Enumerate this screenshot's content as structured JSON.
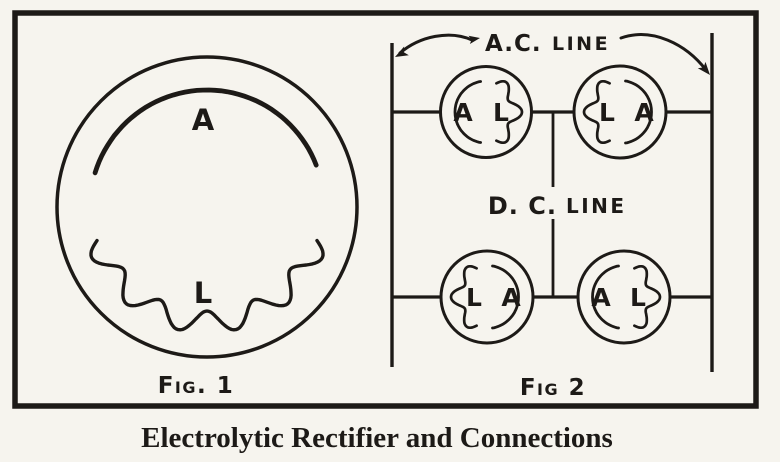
{
  "figure": {
    "caption": "Electrolytic Rectifier and Connections",
    "fig1": {
      "label": "Fig. 1",
      "anode_label": "A",
      "lead_label": "L"
    },
    "fig2": {
      "label": "Fig 2",
      "ac_line": {
        "abbr": "A.C.",
        "word": "LINE"
      },
      "dc_line": {
        "abbr": "D. C.",
        "word": "LINE"
      },
      "cells": [
        {
          "position": "top-left",
          "left_letter": "A",
          "right_letter": "L"
        },
        {
          "position": "top-right",
          "left_letter": "L",
          "right_letter": "A"
        },
        {
          "position": "bottom-left",
          "left_letter": "L",
          "right_letter": "A"
        },
        {
          "position": "bottom-right",
          "left_letter": "A",
          "right_letter": "L"
        }
      ]
    },
    "colors": {
      "ink": "#1d1a17",
      "paper": "#f6f4ee"
    }
  }
}
